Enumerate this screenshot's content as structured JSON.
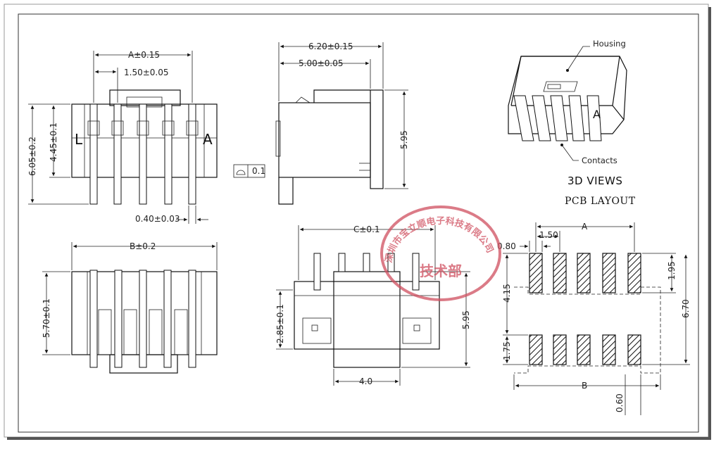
{
  "front_view": {
    "dim_a": "A±0.15",
    "dim_pitch": "1.50±0.05",
    "dim_height": "6.05±0.2",
    "dim_height2": "4.45±0.1",
    "dim_pin": "0.40±0.03",
    "mark_left": "L",
    "mark_right": "A"
  },
  "side_view": {
    "dim_width": "6.20±0.15",
    "dim_width2": "5.00±0.05",
    "dim_height": "5.95",
    "flatness_value": "0.1"
  },
  "views_3d": {
    "housing_label": "Housing",
    "contacts_label": "Contacts",
    "title": "3D VIEWS"
  },
  "pcb_layout": {
    "title": "PCB LAYOUT",
    "dim_a": "A",
    "dim_pitch": "1.50",
    "dim_pad_w": "0.80",
    "dim_pad_top": "1.95",
    "dim_gap": "4.15",
    "dim_total": "6.70",
    "dim_pad_bottom": "1.75",
    "dim_b": "B",
    "dim_offset": "0.60"
  },
  "top_view": {
    "dim_b": "B±0.2",
    "dim_height": "5.70±0.1"
  },
  "bottom_view": {
    "dim_c": "C±0.1",
    "dim_height": "2.85±0.1",
    "dim_total": "5.95",
    "dim_width": "4.0"
  },
  "stamp": {
    "ring_text": "深圳市宝立顺电子科技有限公司",
    "center_text": "技术部"
  }
}
